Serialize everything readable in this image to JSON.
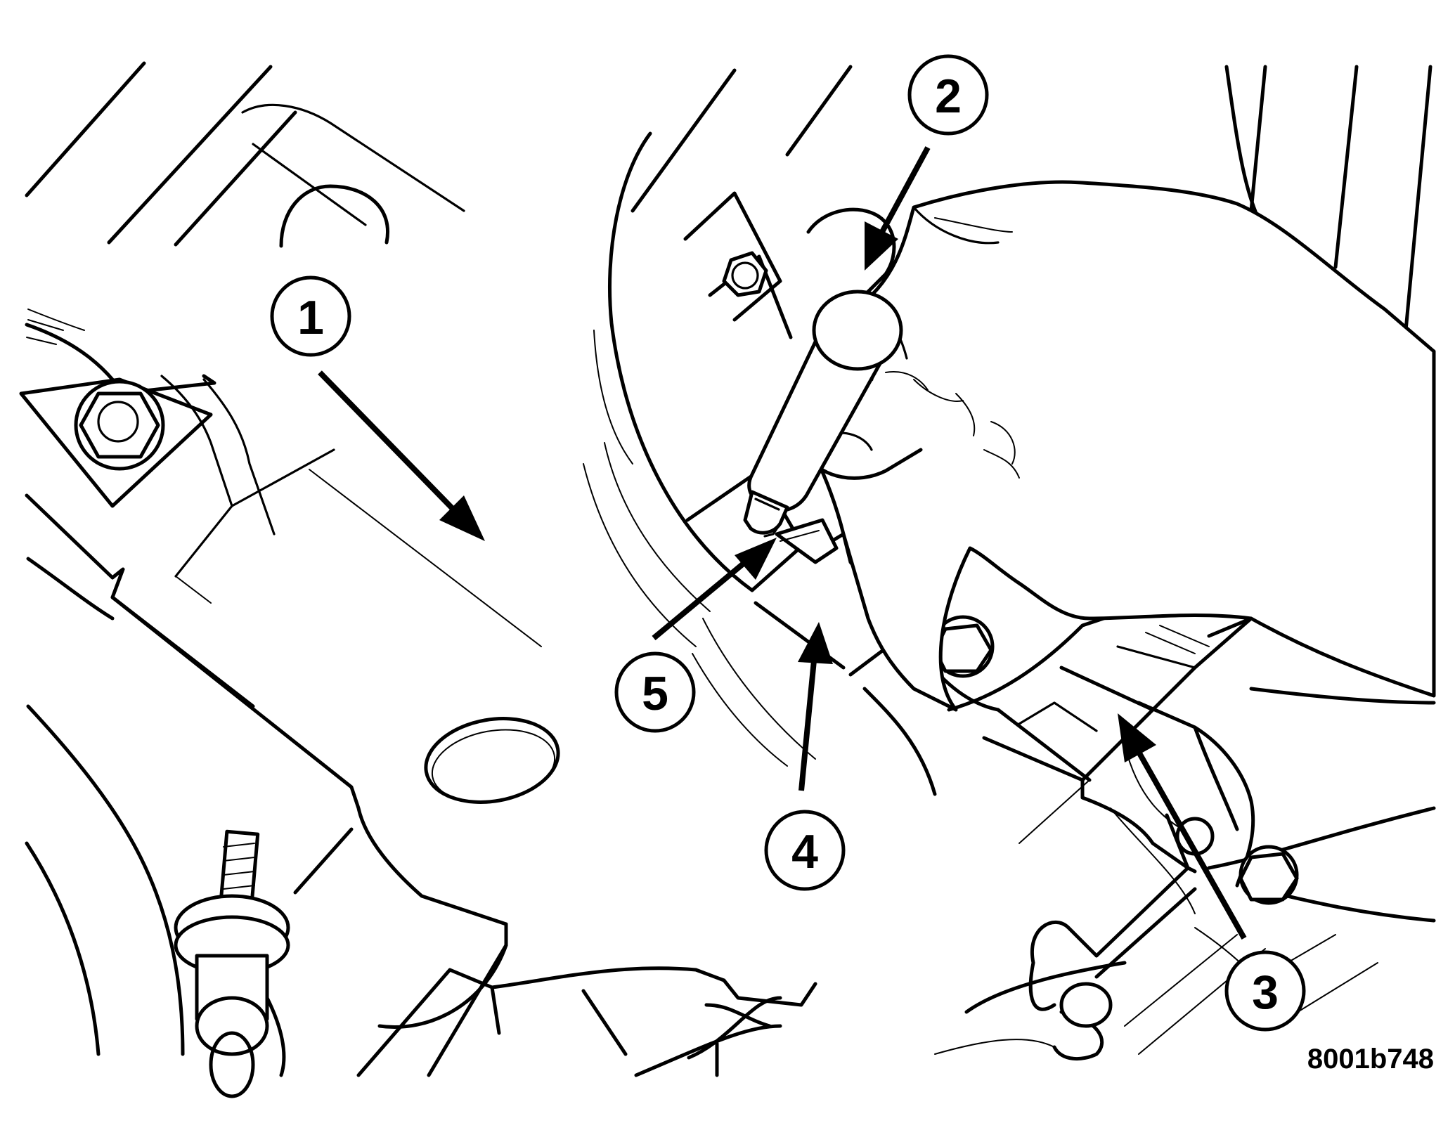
{
  "figure_id": "8001b748",
  "callouts": [
    {
      "label": "1"
    },
    {
      "label": "2"
    },
    {
      "label": "3"
    },
    {
      "label": "4"
    },
    {
      "label": "5"
    }
  ]
}
